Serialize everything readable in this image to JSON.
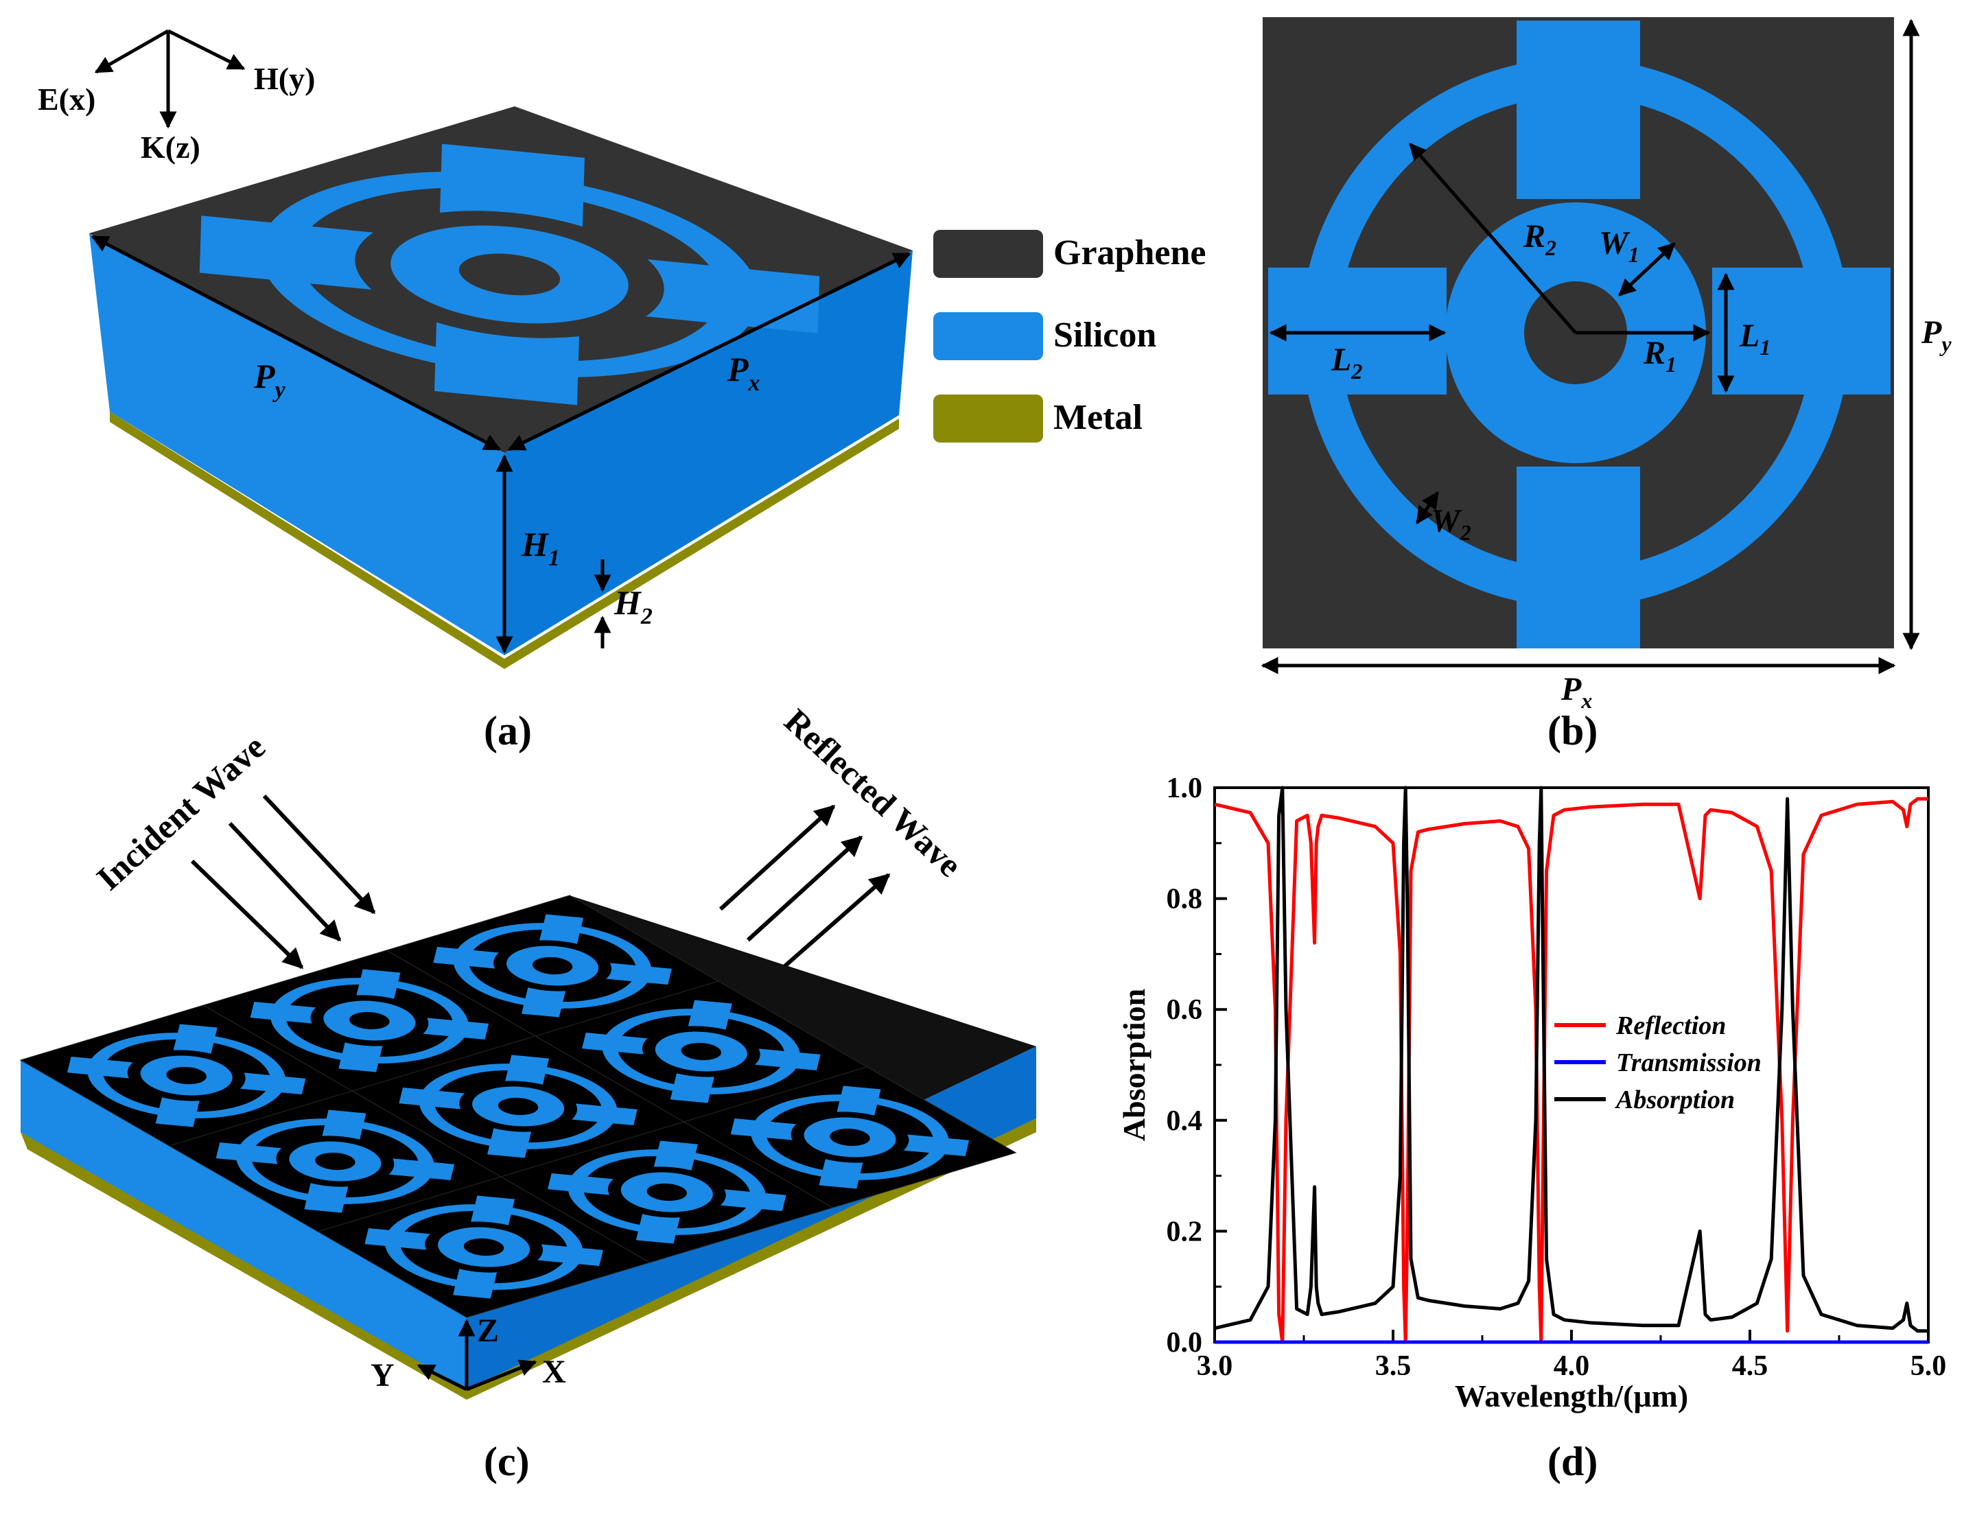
{
  "panel_a": {
    "axis_e": "E(x)",
    "axis_h": "H(y)",
    "axis_k": "K(z)",
    "dim_py": "P",
    "dim_py_sub": "y",
    "dim_px": "P",
    "dim_px_sub": "x",
    "dim_h1": "H",
    "dim_h1_sub": "1",
    "dim_h2": "H",
    "dim_h2_sub": "2",
    "caption": "(a)"
  },
  "legend": {
    "items": [
      {
        "label": "Graphene",
        "color": "#333333"
      },
      {
        "label": "Silicon",
        "color": "#1a8ae6"
      },
      {
        "label": "Metal",
        "color": "#8b8a06"
      }
    ]
  },
  "panel_b": {
    "r2": "R",
    "r2_sub": "2",
    "w1": "W",
    "w1_sub": "1",
    "l1": "L",
    "l1_sub": "1",
    "l2": "L",
    "l2_sub": "2",
    "r1": "R",
    "r1_sub": "1",
    "w2": "W",
    "w2_sub": "2",
    "py": "P",
    "py_sub": "y",
    "px": "P",
    "px_sub": "x",
    "caption": "(b)"
  },
  "panel_c": {
    "incident": "Incident Wave",
    "reflected": "Reflected Wave",
    "axis_z": "Z",
    "axis_y": "Y",
    "axis_x": "X",
    "caption": "(c)"
  },
  "panel_d": {
    "caption": "(d)"
  },
  "colors": {
    "graphene": "#333333",
    "silicon": "#1a8ae6",
    "silicon_side": "#0a6fcc",
    "metal": "#8b8a06",
    "reflection": "#ff0000",
    "transmission": "#0000ff",
    "absorption": "#000000"
  },
  "chart_data": {
    "type": "line",
    "xlabel": "Wavelength/(μm)",
    "ylabel": "Absorption",
    "xlim": [
      3.0,
      5.0
    ],
    "ylim": [
      0.0,
      1.0
    ],
    "xticks": [
      "3.0",
      "3.5",
      "4.0",
      "4.5",
      "5.0"
    ],
    "yticks": [
      "0.0",
      "0.2",
      "0.4",
      "0.6",
      "0.8",
      "1.0"
    ],
    "legend_position": "center-right",
    "series": [
      {
        "name": "Reflection",
        "color": "#ff0000",
        "x": [
          3.0,
          3.1,
          3.15,
          3.17,
          3.18,
          3.19,
          3.2,
          3.23,
          3.26,
          3.27,
          3.28,
          3.285,
          3.29,
          3.3,
          3.35,
          3.45,
          3.5,
          3.52,
          3.53,
          3.535,
          3.54,
          3.55,
          3.57,
          3.6,
          3.7,
          3.8,
          3.85,
          3.88,
          3.9,
          3.91,
          3.915,
          3.92,
          3.93,
          3.95,
          3.98,
          4.05,
          4.2,
          4.3,
          4.36,
          4.375,
          4.39,
          4.45,
          4.52,
          4.56,
          4.59,
          4.605,
          4.62,
          4.65,
          4.7,
          4.8,
          4.9,
          4.93,
          4.94,
          4.95,
          4.97,
          5.0
        ],
        "y": [
          0.97,
          0.955,
          0.9,
          0.6,
          0.05,
          0.0,
          0.4,
          0.94,
          0.95,
          0.9,
          0.72,
          0.9,
          0.93,
          0.95,
          0.945,
          0.93,
          0.9,
          0.7,
          0.1,
          0.0,
          0.2,
          0.85,
          0.92,
          0.925,
          0.935,
          0.94,
          0.93,
          0.89,
          0.6,
          0.1,
          0.0,
          0.3,
          0.85,
          0.95,
          0.96,
          0.965,
          0.97,
          0.97,
          0.8,
          0.95,
          0.96,
          0.955,
          0.93,
          0.85,
          0.4,
          0.02,
          0.4,
          0.88,
          0.95,
          0.97,
          0.975,
          0.96,
          0.93,
          0.97,
          0.98,
          0.98
        ]
      },
      {
        "name": "Transmission",
        "color": "#0000ff",
        "x": [
          3.0,
          5.0
        ],
        "y": [
          0.0,
          0.0
        ]
      },
      {
        "name": "Absorption",
        "color": "#000000",
        "x": [
          3.0,
          3.1,
          3.15,
          3.17,
          3.18,
          3.19,
          3.2,
          3.23,
          3.26,
          3.27,
          3.28,
          3.285,
          3.29,
          3.3,
          3.35,
          3.45,
          3.5,
          3.52,
          3.53,
          3.535,
          3.54,
          3.55,
          3.57,
          3.6,
          3.7,
          3.8,
          3.85,
          3.88,
          3.9,
          3.91,
          3.915,
          3.92,
          3.93,
          3.95,
          3.98,
          4.05,
          4.2,
          4.3,
          4.36,
          4.375,
          4.39,
          4.45,
          4.52,
          4.56,
          4.59,
          4.605,
          4.62,
          4.65,
          4.7,
          4.8,
          4.9,
          4.93,
          4.94,
          4.95,
          4.97,
          5.0
        ],
        "y": [
          0.025,
          0.04,
          0.1,
          0.4,
          0.95,
          1.0,
          0.6,
          0.06,
          0.05,
          0.1,
          0.28,
          0.1,
          0.07,
          0.05,
          0.055,
          0.07,
          0.1,
          0.3,
          0.9,
          1.0,
          0.8,
          0.15,
          0.08,
          0.075,
          0.065,
          0.06,
          0.07,
          0.11,
          0.4,
          0.9,
          1.0,
          0.7,
          0.15,
          0.05,
          0.04,
          0.035,
          0.03,
          0.03,
          0.2,
          0.05,
          0.04,
          0.045,
          0.07,
          0.15,
          0.6,
          0.98,
          0.6,
          0.12,
          0.05,
          0.03,
          0.025,
          0.04,
          0.07,
          0.03,
          0.02,
          0.02
        ]
      }
    ]
  }
}
